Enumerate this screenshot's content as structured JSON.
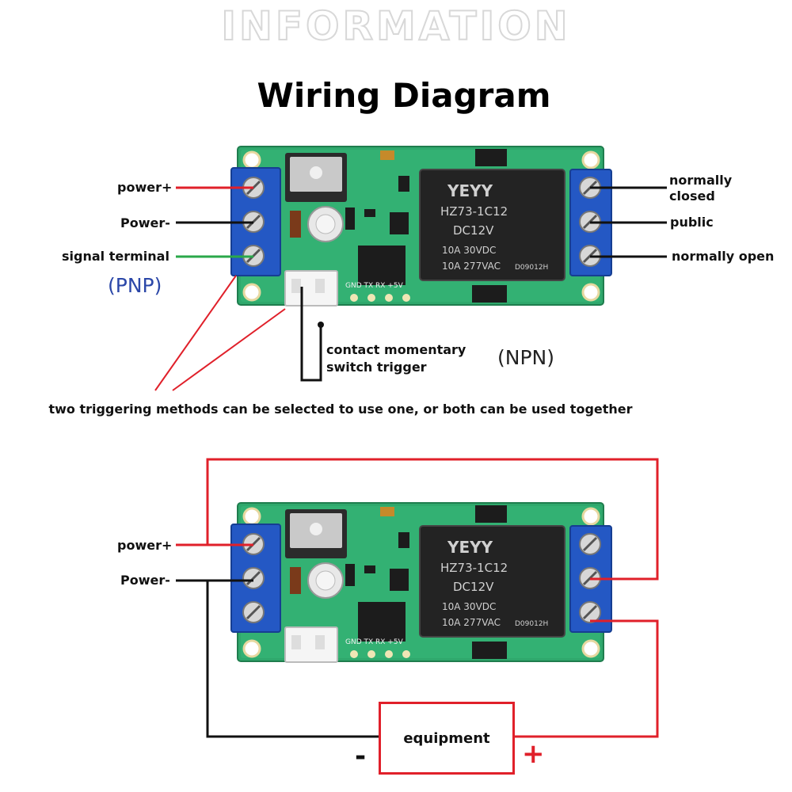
{
  "header": {
    "watermark": "INFORMATION",
    "title": "Wiring Diagram"
  },
  "top_diagram": {
    "labels": {
      "power_plus": "power+",
      "power_minus": "Power-",
      "signal": "signal terminal",
      "pnp": "(PNP)",
      "nc_line1": "normally",
      "nc_line2": "closed",
      "public": "public",
      "no": "normally open",
      "switch_line1": "contact momentary",
      "switch_line2": "switch trigger",
      "npn": "(NPN)"
    },
    "note": "two triggering methods can be selected to use one, or both can be used together"
  },
  "bottom_diagram": {
    "labels": {
      "power_plus": "power+",
      "power_minus": "Power-"
    },
    "equipment": "equipment",
    "minus": "-",
    "plus": "+"
  },
  "board": {
    "relay_brand": "YEYY",
    "relay_model": "HZ73-1C12",
    "relay_coil": "DC12V",
    "relay_rating1": "10A 30VDC",
    "relay_rating2": "10A 277VAC",
    "relay_code": "D09012H",
    "pin_labels": "GND TX RX +5V"
  },
  "colors": {
    "red_wire": "#e0202a",
    "green_wire": "#2aa84a",
    "black_wire": "#111111",
    "pcb": "#2fa86c",
    "terminal": "#2458c4"
  }
}
